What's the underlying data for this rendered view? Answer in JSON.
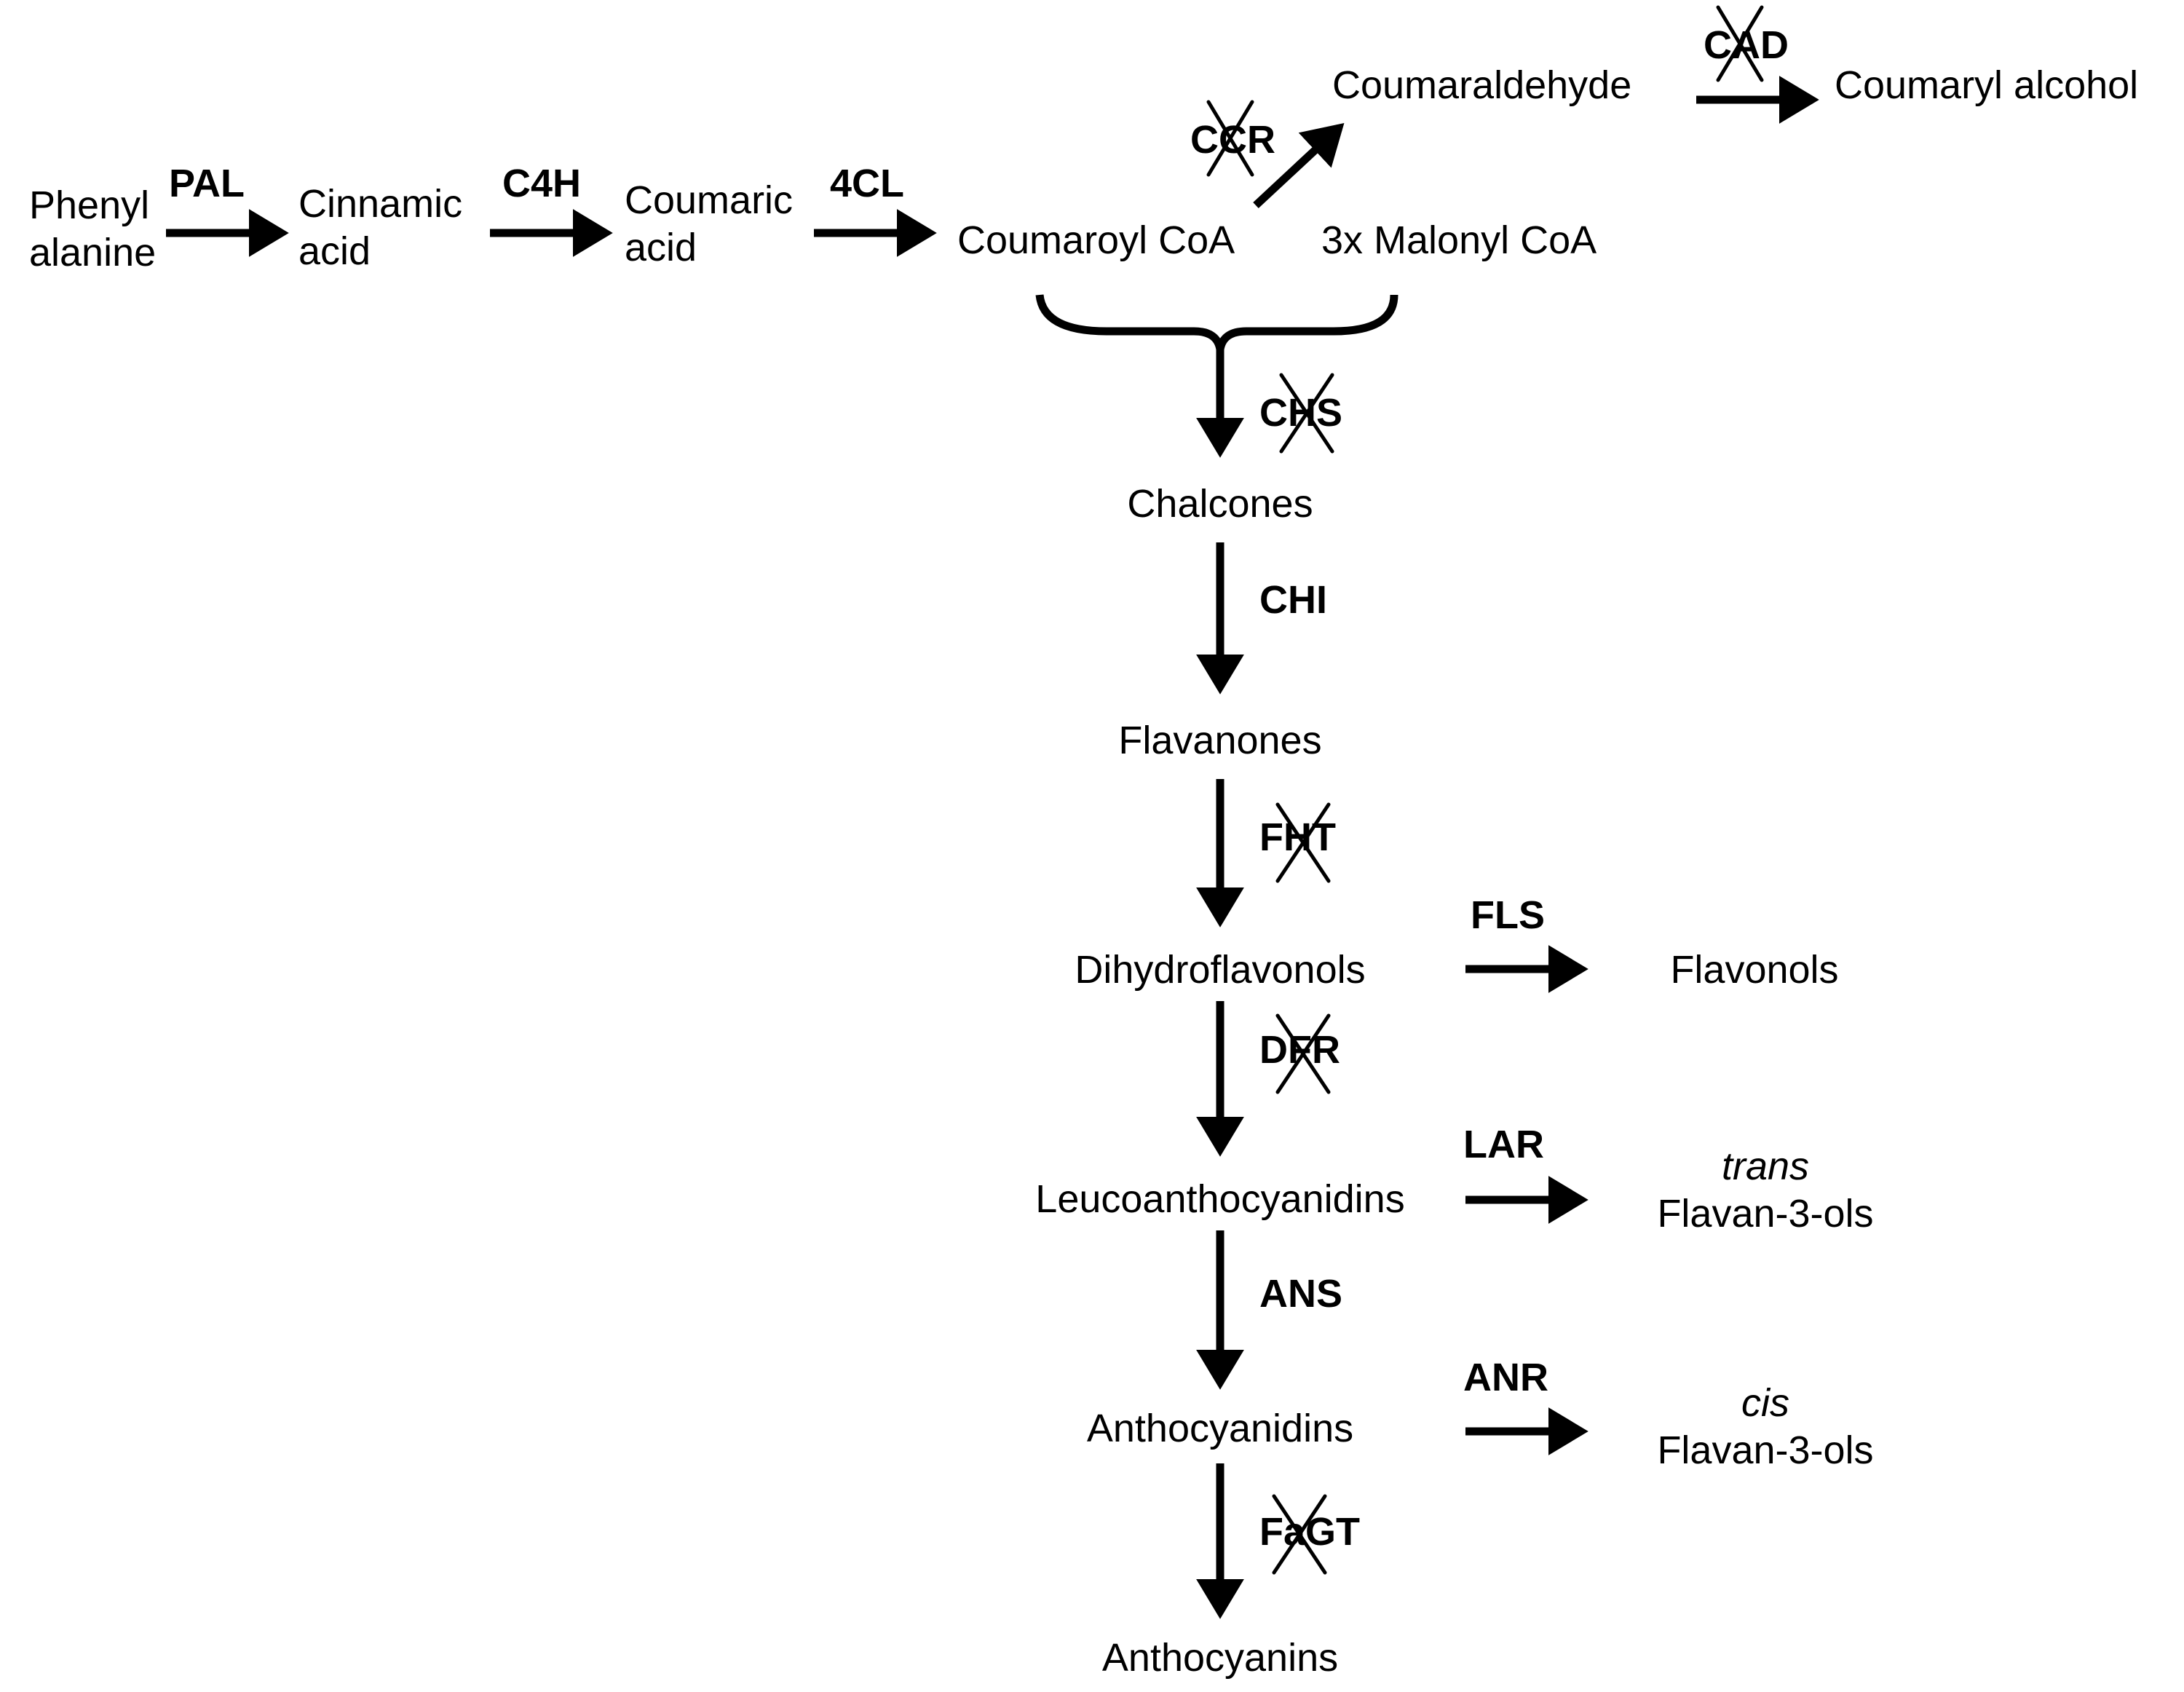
{
  "compounds": {
    "phenylalanine_l1": "Phenyl",
    "phenylalanine_l2": "alanine",
    "cinnamic_l1": "Cinnamic",
    "cinnamic_l2": "acid",
    "coumaric_l1": "Coumaric",
    "coumaric_l2": "acid",
    "coumaroyl_coa": "Coumaroyl CoA",
    "malonyl_coa": "3x Malonyl CoA",
    "coumaraldehyde": "Coumaraldehyde",
    "coumaryl_alcohol": "Coumaryl alcohol",
    "chalcones": "Chalcones",
    "flavanones": "Flavanones",
    "dihydroflavonols": "Dihydroflavonols",
    "flavonols": "Flavonols",
    "leucoanthocyanidins": "Leucoanthocyanidins",
    "trans_prefix": "trans",
    "trans_flavanols": "Flavan-3-ols",
    "anthocyanidins": "Anthocyanidins",
    "cis_prefix": "cis",
    "cis_flavanols": "Flavan-3-ols",
    "anthocyanins": "Anthocyanins"
  },
  "enzymes": {
    "pal": "PAL",
    "c4h": "C4H",
    "cl4": "4CL",
    "ccr": "CCR",
    "cad": "CAD",
    "chs": "CHS",
    "chi": "CHI",
    "f3h": "FHT",
    "dfr": "DFR",
    "fls": "FLS",
    "lar": "LAR",
    "ans": "ANS",
    "anr": "ANR",
    "fagt": "FaGT"
  },
  "colors": {
    "ink": "#000000",
    "background": "#ffffff"
  }
}
